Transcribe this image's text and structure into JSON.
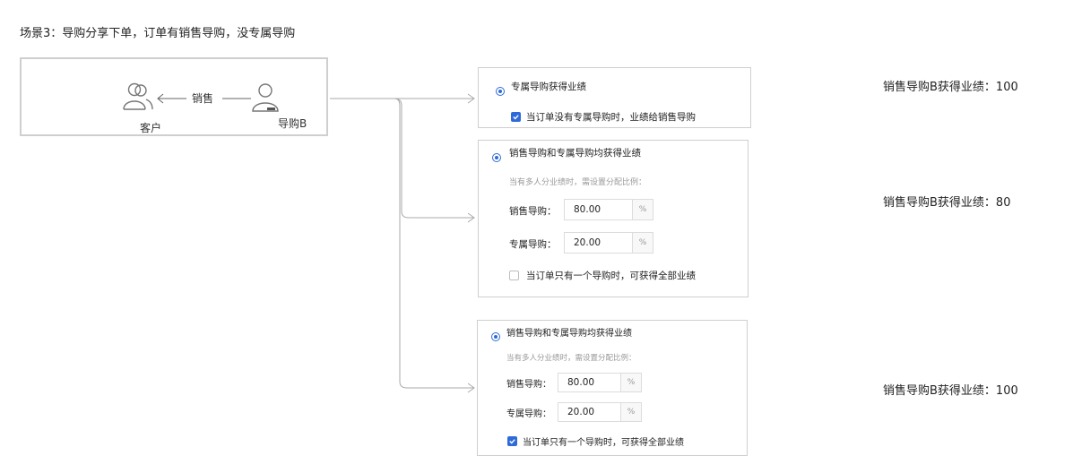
{
  "title": "场景3：导购分享下单，订单有销售导购，没专属导购",
  "scene": {
    "customer_label": "客户",
    "guide_label": "导购B",
    "arrow_label": "销售"
  },
  "panels": [
    {
      "radio_label": "专属导购获得业绩",
      "checkbox_label": "当订单没有专属导购时，业绩给销售导购",
      "checkbox_checked": true,
      "result": "销售导购B获得业绩：100"
    },
    {
      "radio_label": "销售导购和专属导购均获得业绩",
      "hint": "当有多人分业绩时，需设置分配比例：",
      "fields": [
        {
          "label": "销售导购：",
          "value": "80.00",
          "unit": "%"
        },
        {
          "label": "专属导购：",
          "value": "20.00",
          "unit": "%"
        }
      ],
      "checkbox_label": "当订单只有一个导购时，可获得全部业绩",
      "checkbox_checked": false,
      "result": "销售导购B获得业绩：80"
    },
    {
      "radio_label": "销售导购和专属导购均获得业绩",
      "hint": "当有多人分业绩时，需设置分配比例：",
      "fields": [
        {
          "label": "销售导购：",
          "value": "80.00",
          "unit": "%"
        },
        {
          "label": "专属导购：",
          "value": "20.00",
          "unit": "%"
        }
      ],
      "checkbox_label": "当订单只有一个导购时，可获得全部业绩",
      "checkbox_checked": true,
      "result": "销售导购B获得业绩：100"
    }
  ]
}
